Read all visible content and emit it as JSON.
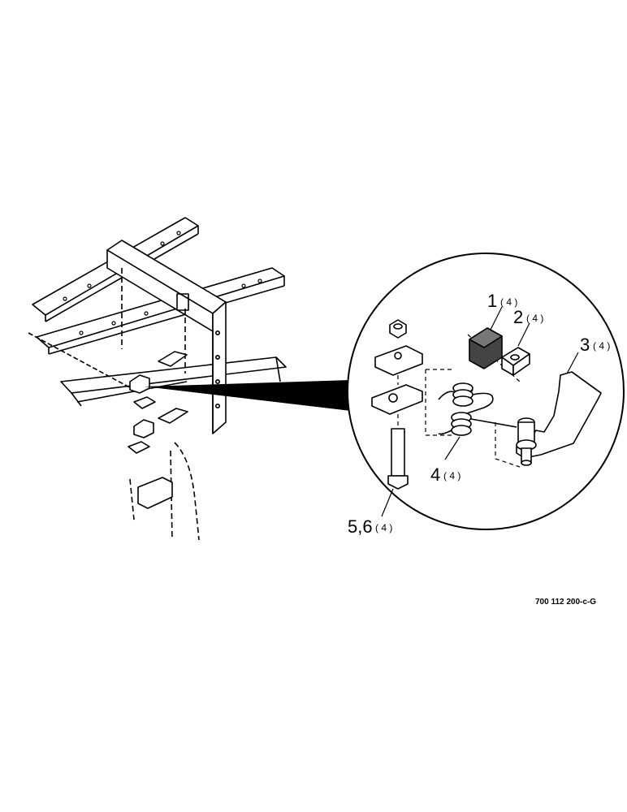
{
  "callouts": [
    {
      "id": "1",
      "label": "1",
      "qty": "( 4 )"
    },
    {
      "id": "2",
      "label": "2",
      "qty": "( 4 )"
    },
    {
      "id": "3",
      "label": "3",
      "qty": "( 4 )"
    },
    {
      "id": "4",
      "label": "4",
      "qty": "( 4 )"
    },
    {
      "id": "56",
      "label": "5,6",
      "qty": "( 4 )"
    }
  ],
  "figure_ref": "700 112 200-c-G"
}
